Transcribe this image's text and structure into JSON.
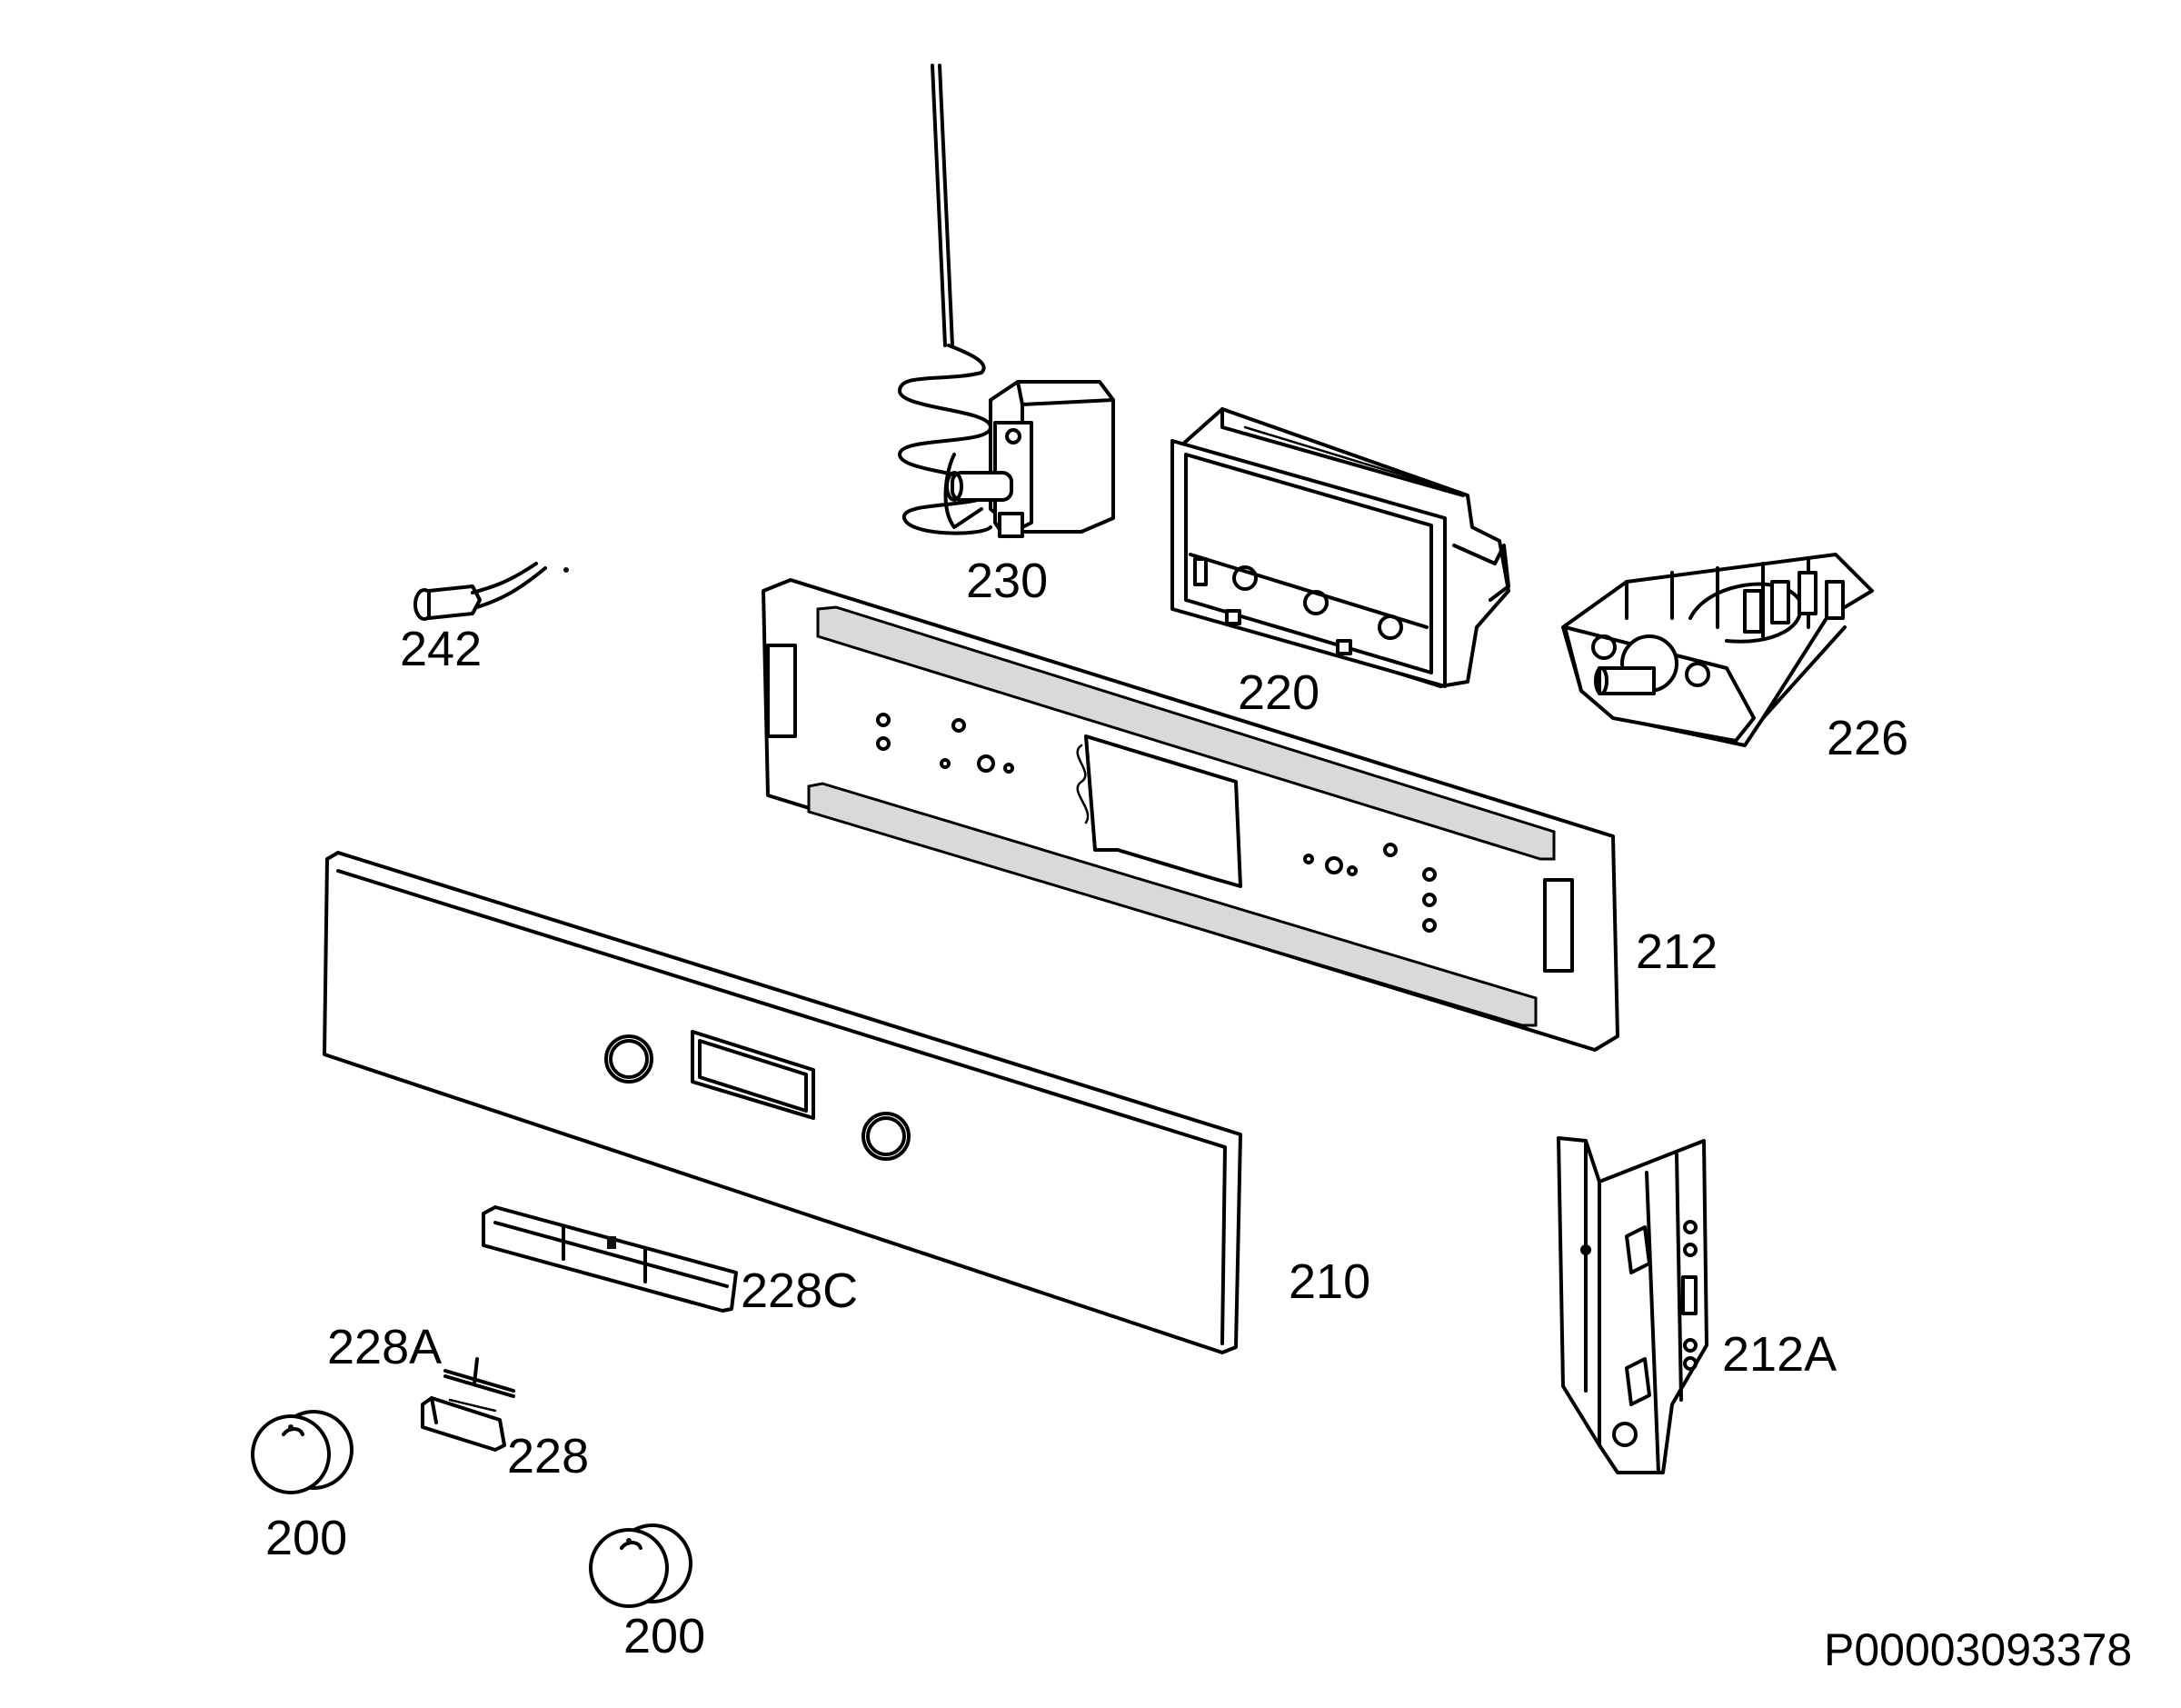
{
  "diagram": {
    "document_id": "P00003093378",
    "parts": [
      {
        "id": "p230",
        "label": "230",
        "icon": "thermostat-icon"
      },
      {
        "id": "p242",
        "label": "242",
        "icon": "indicator-lamp-icon"
      },
      {
        "id": "p220",
        "label": "220",
        "icon": "display-housing-icon"
      },
      {
        "id": "p226",
        "label": "226",
        "icon": "selector-switch-icon"
      },
      {
        "id": "p212",
        "label": "212",
        "icon": "control-panel-frame-icon"
      },
      {
        "id": "p210",
        "label": "210",
        "icon": "front-panel-glass-icon"
      },
      {
        "id": "p212a",
        "label": "212A",
        "icon": "panel-bracket-icon"
      },
      {
        "id": "p228c",
        "label": "228C",
        "icon": "button-strip-icon"
      },
      {
        "id": "p228a",
        "label": "228A",
        "icon": "pin-icon"
      },
      {
        "id": "p228",
        "label": "228",
        "icon": "push-button-icon"
      },
      {
        "id": "p200a",
        "label": "200",
        "icon": "knob-icon"
      },
      {
        "id": "p200b",
        "label": "200",
        "icon": "knob-icon"
      }
    ]
  }
}
